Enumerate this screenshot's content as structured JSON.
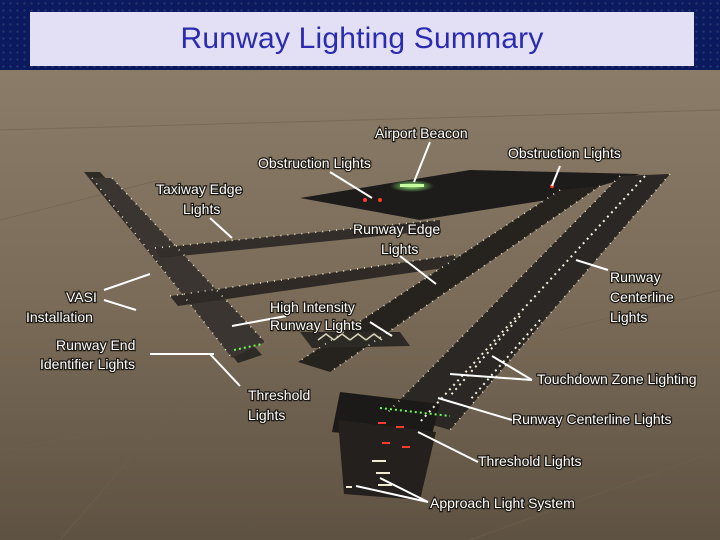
{
  "title": "Runway Lighting Summary",
  "labels": {
    "airport_beacon": "Airport Beacon",
    "obstruction_lights_left": "Obstruction Lights",
    "obstruction_lights_right": "Obstruction Lights",
    "taxiway_edge_lights": [
      "Taxiway Edge",
      "Lights"
    ],
    "runway_edge_lights": [
      "Runway Edge",
      "Lights"
    ],
    "vasi_installation": [
      "VASI",
      "Installation"
    ],
    "high_intensity_runway_lights": [
      "High Intensity",
      "Runway Lights"
    ],
    "runway_centerline_lights_right": [
      "Runway",
      "Centerline",
      "Lights"
    ],
    "runway_end_identifier_lights": [
      "Runway End",
      "Identifier Lights"
    ],
    "threshold_lights_left": [
      "Threshold",
      "Lights"
    ],
    "touchdown_zone_lighting": "Touchdown Zone Lighting",
    "runway_centerline_lights_bottom": "Runway Centerline Lights",
    "threshold_lights_bottom": "Threshold Lights",
    "approach_light_system": "Approach Light System"
  },
  "colors": {
    "slide_background": "#0b1a5e",
    "title_bar": "#e3e0f5",
    "title_text": "#2a2bb0",
    "beacon": "#7dff6a"
  }
}
